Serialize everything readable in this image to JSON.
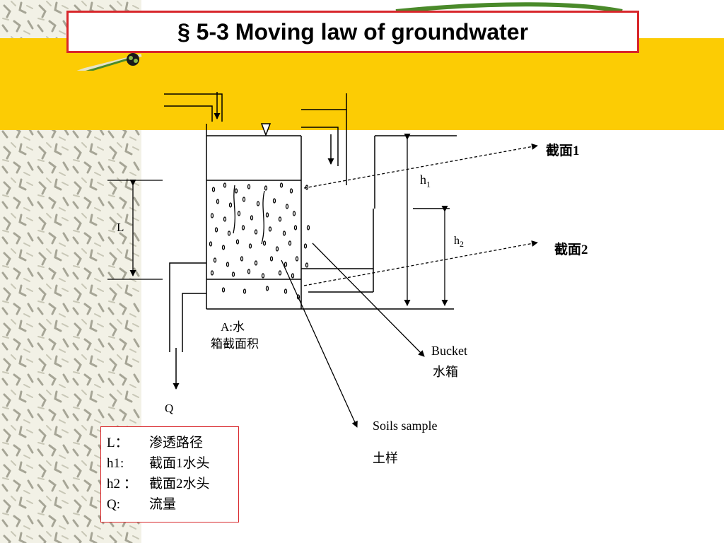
{
  "slide": {
    "title": "§ 5-3  Moving law of groundwater"
  },
  "diagram": {
    "labels": {
      "section1": "截面1",
      "section2": "截面2",
      "h1": "h",
      "h1_sub": "1",
      "h2": "h",
      "h2_sub": "2",
      "L": "L",
      "Q": "Q",
      "area_line1": "A:水",
      "area_line2": "箱截面积",
      "bucket_en": "Bucket",
      "bucket_cn": "水箱",
      "soil_en": "Soils sample",
      "soil_cn": "土样"
    }
  },
  "legend": {
    "rows": [
      {
        "key": "L：",
        "value": "渗透路径"
      },
      {
        "key": "h1:",
        "value": "截面1水头"
      },
      {
        "key": "h2 ：",
        "value": "截面2水头"
      },
      {
        "key": "Q:",
        "value": "流量"
      }
    ]
  },
  "colors": {
    "band": "#fccc04",
    "title_border": "#d8262b",
    "leaf_green": "#4a8a2a"
  }
}
